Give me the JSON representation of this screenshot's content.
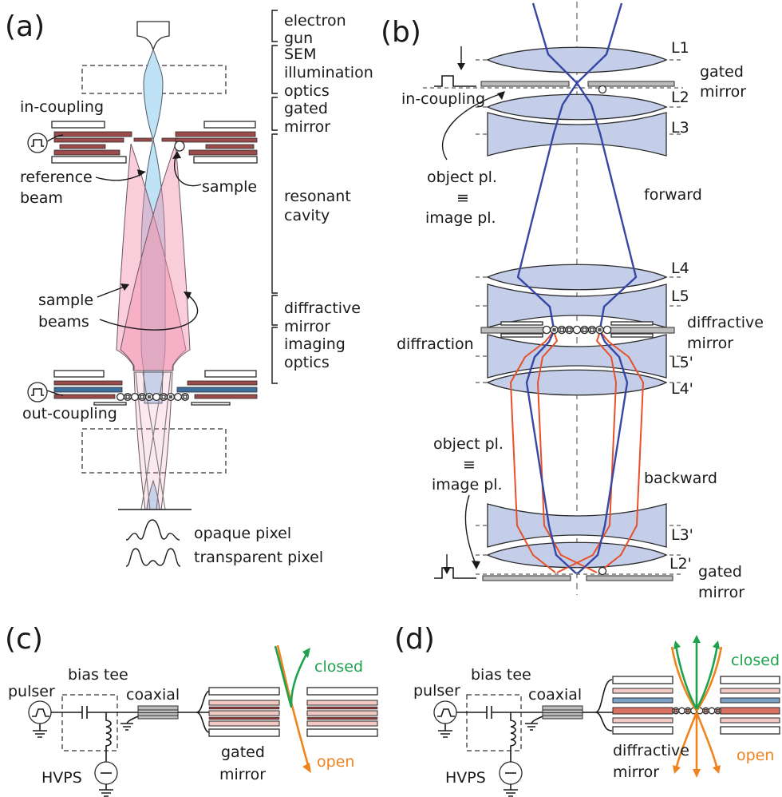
{
  "colors": {
    "lens": "#c4cee9",
    "ray_blue": "#3647a5",
    "ray_red": "#e8502a",
    "beam_blue": "#bfe2f6",
    "beam_pink": "#f191ad",
    "plate_red": "#9c4a4a",
    "plate_blue": "#3d6f9e",
    "plate_pink": "#f2c9c3",
    "plate_maroon": "#8a3c3c",
    "plate_blue_light": "#7aa3c7",
    "plate_salmon": "#d97263",
    "bar_gray": "#bcbcbc",
    "green": "#1ea24d",
    "orange": "#f0831e"
  },
  "panel_a": {
    "tag": "(a)",
    "labels": {
      "in_coupling": "in-coupling",
      "reference_beam": [
        "reference",
        "beam"
      ],
      "sample": "sample",
      "sample_beams": [
        "sample",
        "beams"
      ],
      "out_coupling": "out-coupling",
      "opaque_pixel": "opaque pixel",
      "transparent_pixel": "transparent pixel"
    },
    "brackets": [
      {
        "lines": [
          "electron",
          "gun"
        ]
      },
      {
        "lines": [
          "SEM",
          "illumination",
          "optics"
        ]
      },
      {
        "lines": [
          "gated",
          "mirror"
        ]
      },
      {
        "lines": [
          "resonant",
          "cavity"
        ]
      },
      {
        "lines": [
          "diffractive",
          "mirror"
        ]
      },
      {
        "lines": [
          "imaging",
          "optics"
        ]
      }
    ]
  },
  "panel_b": {
    "tag": "(b)",
    "lens_labels": [
      "L1",
      "L2",
      "L3",
      "L4",
      "L5",
      "L5'",
      "L4'",
      "L3'",
      "L2'"
    ],
    "labels": {
      "in_coupling": "in-coupling",
      "gated_mirror_top": [
        "gated",
        "mirror"
      ],
      "object_image_top": [
        "object pl.",
        "≡",
        "image pl."
      ],
      "forward": "forward",
      "diffraction": "diffraction",
      "diffractive_mirror": [
        "diffractive",
        "mirror"
      ],
      "object_image_bottom": [
        "object pl.",
        "≡",
        "image pl."
      ],
      "backward": "backward",
      "gated_mirror_bottom": [
        "gated",
        "mirror"
      ]
    }
  },
  "panel_c": {
    "tag": "(c)",
    "labels": {
      "pulser": "pulser",
      "bias_tee": "bias tee",
      "coaxial": "coaxial",
      "hvps": "HVPS",
      "gated_mirror": [
        "gated",
        "mirror"
      ],
      "closed": "closed",
      "open": "open"
    }
  },
  "panel_d": {
    "tag": "(d)",
    "labels": {
      "pulser": "pulser",
      "bias_tee": "bias tee",
      "coaxial": "coaxial",
      "hvps": "HVPS",
      "diffractive_mirror": [
        "diffractive",
        "mirror"
      ],
      "closed": "closed",
      "open": "open"
    }
  }
}
